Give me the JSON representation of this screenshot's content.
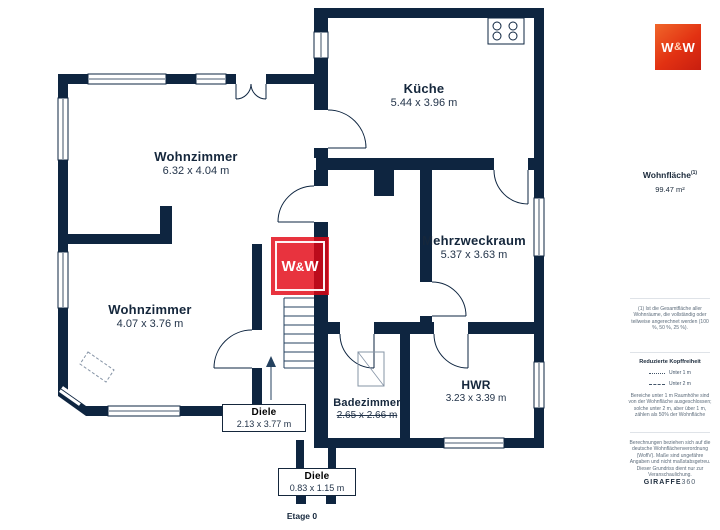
{
  "plan": {
    "floor_label": "Etage 0",
    "rooms": [
      {
        "name": "Küche",
        "dims": "5.44 x 3.96 m"
      },
      {
        "name": "Wohnzimmer",
        "dims": "6.32 x 4.04 m"
      },
      {
        "name": "Mehrzweckraum",
        "dims": "5.37 x 3.63 m"
      },
      {
        "name": "Wohnzimmer",
        "dims": "4.07 x 3.76 m"
      },
      {
        "name": "Badezimmer",
        "dims": "2.65 x 2.66 m"
      },
      {
        "name": "HWR",
        "dims": "3.23 x 3.39 m"
      },
      {
        "name": "Diele",
        "dims": "2.13 x 3.77 m"
      },
      {
        "name": "Diele",
        "dims": "0.83 x 1.15 m"
      }
    ],
    "watermark": {
      "w1": "W",
      "amp": "&",
      "w2": "W"
    }
  },
  "sidebar": {
    "logo": {
      "w1": "W",
      "amp": "&",
      "w2": "W"
    },
    "area_label": "Wohnfläche",
    "area_sup": "(1)",
    "area_value": "99.47 m²",
    "footnote": "(1) Ist die Gesamtfläche aller Wohnräume, die vollständig oder teilweise angerechnet werden (100 %, 50 %, 25 %).",
    "legend_title": "Reduzierte Kopffreiheit",
    "legend_items": [
      {
        "label": "Unter 1 m"
      },
      {
        "label": "Unter 2 m"
      }
    ],
    "legend_note": "Bereiche unter 1 m Raumhöhe sind von der Wohnfläche ausgeschlossen; solche unter 2 m, aber über 1 m, zählen als 50% der Wohnfläche",
    "disclaimer": "Berechnungen beziehen sich auf die deutsche Wohnflächenverordnung (WoflV). Maße sind ungefähre Angaben und nicht maßstabsgetreu. Dieser Grundriss dient nur zur Veranschaulichung.",
    "brand": {
      "name": "GIRAFFE",
      "suffix": "360"
    }
  },
  "colors": {
    "wall": "#0e2540",
    "accent_red": "#e30613",
    "logo_orange": "#e8491d"
  }
}
